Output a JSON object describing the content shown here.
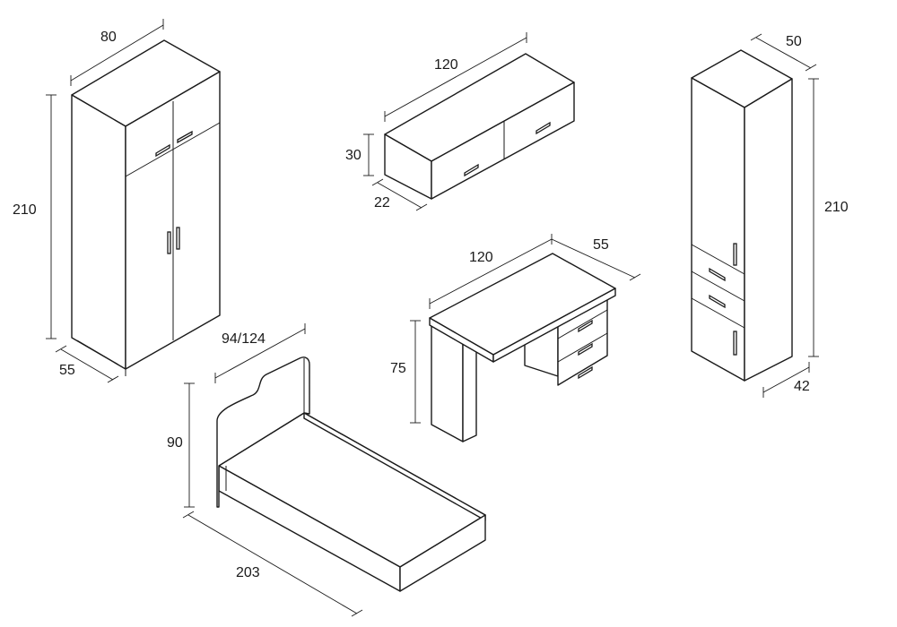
{
  "wardrobe": {
    "width": "80",
    "height": "210",
    "depth": "55"
  },
  "wall_cabinet": {
    "width": "120",
    "height": "30",
    "depth": "22"
  },
  "tall_cabinet": {
    "width": "50",
    "height": "210",
    "depth": "42"
  },
  "desk": {
    "width": "120",
    "depth": "55",
    "height": "75"
  },
  "bed": {
    "width": "94/124",
    "height": "90",
    "length": "203"
  },
  "colors": {
    "line": "#1a1a1a",
    "background": "#ffffff"
  }
}
